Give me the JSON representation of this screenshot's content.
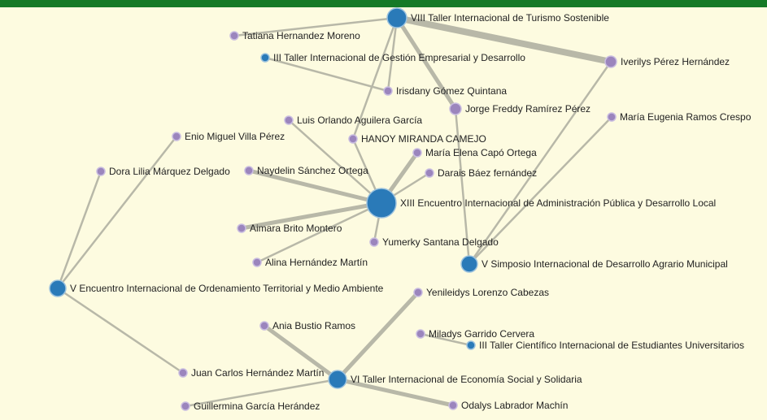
{
  "graph": {
    "colors": {
      "header": "#157a27",
      "background": "#fdfbe0",
      "event_node": "#2a7ab8",
      "person_node": "#9b85bd",
      "edge": "#b8b8a8",
      "edge_strong": "#151515"
    },
    "nodes": [
      {
        "id": "e1",
        "label": "VIII Taller Internacional de Turismo Sostenible",
        "kind": "event"
      },
      {
        "id": "e2",
        "label": "III Taller Internacional de Gestión Empresarial y Desarrollo",
        "kind": "event"
      },
      {
        "id": "e3",
        "label": "XIII Encuentro Internacional de Administración Pública y Desarrollo Local",
        "kind": "event"
      },
      {
        "id": "e4",
        "label": "V Simposio Internacional de Desarrollo Agrario Municipal",
        "kind": "event"
      },
      {
        "id": "e5",
        "label": "V Encuentro Internacional de Ordenamiento Territorial y Medio Ambiente",
        "kind": "event"
      },
      {
        "id": "e6",
        "label": "III Taller Científico Internacional de Estudiantes Universitarios",
        "kind": "event"
      },
      {
        "id": "e7",
        "label": "VI Taller Internacional de Economía Social y Solidaria",
        "kind": "event"
      },
      {
        "id": "p1",
        "label": "Tatiana Hernandez Moreno",
        "kind": "person"
      },
      {
        "id": "p2",
        "label": "Iverilys Pérez Hernández",
        "kind": "person"
      },
      {
        "id": "p3",
        "label": "Irisdany Gómez Quintana",
        "kind": "person"
      },
      {
        "id": "p4",
        "label": "Jorge Freddy Ramírez Pérez",
        "kind": "person"
      },
      {
        "id": "p5",
        "label": "María Eugenia Ramos Crespo",
        "kind": "person"
      },
      {
        "id": "p6",
        "label": "Luis Orlando Aguilera García",
        "kind": "person"
      },
      {
        "id": "p7",
        "label": "Enio Miguel Villa Pérez",
        "kind": "person"
      },
      {
        "id": "p8",
        "label": "HANOY MIRANDA CAMEJO",
        "kind": "person"
      },
      {
        "id": "p9",
        "label": "María Elena Capó Ortega",
        "kind": "person"
      },
      {
        "id": "p10",
        "label": "Dora Lilia Márquez Delgado",
        "kind": "person"
      },
      {
        "id": "p11",
        "label": "Naydelin Sánchez Ortega",
        "kind": "person"
      },
      {
        "id": "p12",
        "label": "Darais Báez fernández",
        "kind": "person"
      },
      {
        "id": "p13",
        "label": "Aimara Brito Montero",
        "kind": "person"
      },
      {
        "id": "p14",
        "label": "Yumerky Santana Delgado",
        "kind": "person"
      },
      {
        "id": "p15",
        "label": "Alina Hernández Martín",
        "kind": "person"
      },
      {
        "id": "p16",
        "label": "Yenileidys Lorenzo Cabezas",
        "kind": "person"
      },
      {
        "id": "p17",
        "label": "Ania Bustio Ramos",
        "kind": "person"
      },
      {
        "id": "p18",
        "label": "Miladys Garrido Cervera",
        "kind": "person"
      },
      {
        "id": "p19",
        "label": "Juan Carlos Hernández Martín",
        "kind": "person"
      },
      {
        "id": "p20",
        "label": "Guillermina García Herández",
        "kind": "person"
      },
      {
        "id": "p21",
        "label": "Odalys Labrador Machín",
        "kind": "person"
      }
    ],
    "edges": [
      {
        "s": "e1",
        "t": "p2",
        "weight": 4
      },
      {
        "s": "e1",
        "t": "p1",
        "weight": 1
      },
      {
        "s": "e1",
        "t": "p4",
        "weight": 2
      },
      {
        "s": "e1",
        "t": "p3",
        "weight": 1
      },
      {
        "s": "e1",
        "t": "p8",
        "weight": 1
      },
      {
        "s": "e2",
        "t": "p3",
        "weight": 1
      },
      {
        "s": "p4",
        "t": "e4",
        "weight": 1
      },
      {
        "s": "p2",
        "t": "e4",
        "weight": 1
      },
      {
        "s": "p5",
        "t": "e4",
        "weight": 1
      },
      {
        "s": "e3",
        "t": "p6",
        "weight": 1
      },
      {
        "s": "e3",
        "t": "p8",
        "weight": 1
      },
      {
        "s": "e3",
        "t": "p9",
        "weight": 2
      },
      {
        "s": "e3",
        "t": "p11",
        "weight": 2
      },
      {
        "s": "e3",
        "t": "p12",
        "weight": 1
      },
      {
        "s": "e3",
        "t": "p13",
        "weight": 2
      },
      {
        "s": "e3",
        "t": "p14",
        "weight": 1
      },
      {
        "s": "e3",
        "t": "p15",
        "weight": 1
      },
      {
        "s": "e5",
        "t": "p7",
        "weight": 1
      },
      {
        "s": "e5",
        "t": "p10",
        "weight": 1
      },
      {
        "s": "e5",
        "t": "p19",
        "weight": 1
      },
      {
        "s": "e7",
        "t": "p16",
        "weight": 2
      },
      {
        "s": "e7",
        "t": "p17",
        "weight": 2
      },
      {
        "s": "e7",
        "t": "p20",
        "weight": 1
      },
      {
        "s": "e7",
        "t": "p21",
        "weight": 2
      },
      {
        "s": "p18",
        "t": "e6",
        "weight": 1
      }
    ]
  }
}
